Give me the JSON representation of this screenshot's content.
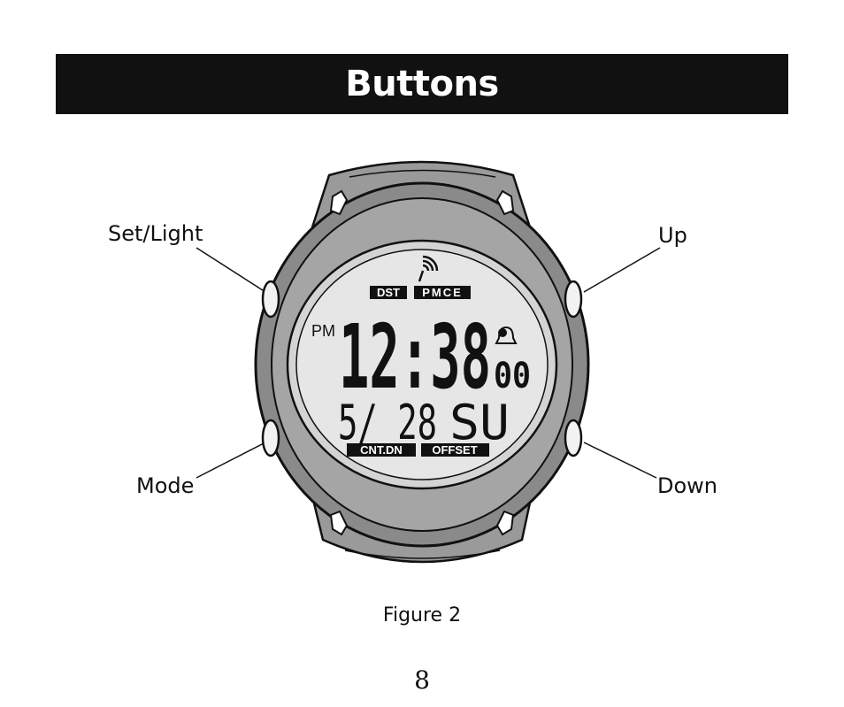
{
  "header": {
    "title": "Buttons"
  },
  "buttons": {
    "set_light": "Set/Light",
    "mode": "Mode",
    "up": "Up",
    "down": "Down"
  },
  "display": {
    "indicator_dst": "DST",
    "indicator_pmce": "PMCE",
    "ampm": "PM",
    "time": "12:38",
    "seconds": "00",
    "date": "5/ 28",
    "weekday": "SU",
    "indicator_countdown": "CNT.DN",
    "indicator_offset": "OFFSET"
  },
  "figure": {
    "caption": "Figure 2"
  },
  "page": {
    "number": "8"
  },
  "colors": {
    "title_bar": "#111111",
    "lcd_background": "#e6e6e6",
    "case": "#8a8a8a"
  }
}
